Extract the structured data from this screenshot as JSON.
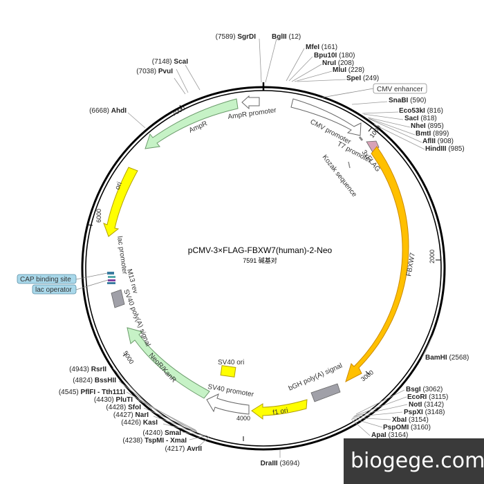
{
  "title": "pCMV-3×FLAG-FBXW7(human)-2-Neo",
  "subtitle": "7591 碱基对",
  "watermark": "biogege.com",
  "ticks": [
    "1000",
    "2000",
    "3000",
    "4000",
    "5000",
    "6000",
    "7000"
  ],
  "sites": [
    {
      "name": "SgrDI",
      "pos": "(7589)"
    },
    {
      "name": "BglII",
      "pos": "(12)"
    },
    {
      "name": "MfeI",
      "pos": "(161)"
    },
    {
      "name": "Bpu10I",
      "pos": "(180)"
    },
    {
      "name": "NruI",
      "pos": "(208)"
    },
    {
      "name": "MluI",
      "pos": "(228)"
    },
    {
      "name": "SpeI",
      "pos": "(249)"
    },
    {
      "name": "SnaBI",
      "pos": "(590)"
    },
    {
      "name": "Eco53kI",
      "pos": "(816)"
    },
    {
      "name": "SacI",
      "pos": "(818)"
    },
    {
      "name": "NheI",
      "pos": "(895)"
    },
    {
      "name": "BmtI",
      "pos": "(899)"
    },
    {
      "name": "AflII",
      "pos": "(908)"
    },
    {
      "name": "HindIII",
      "pos": "(985)"
    },
    {
      "name": "BamHI",
      "pos": "(2568)"
    },
    {
      "name": "BsgI",
      "pos": "(3062)"
    },
    {
      "name": "EcoRI",
      "pos": "(3115)"
    },
    {
      "name": "NotI",
      "pos": "(3142)"
    },
    {
      "name": "PspXI",
      "pos": "(3148)"
    },
    {
      "name": "XbaI",
      "pos": "(3154)"
    },
    {
      "name": "PspOMI",
      "pos": "(3160)"
    },
    {
      "name": "ApaI",
      "pos": "(3164)"
    },
    {
      "name": "DraIII",
      "pos": "(3694)"
    },
    {
      "name": "AvrII",
      "pos": "(4217)"
    },
    {
      "name": "TspMI - XmaI",
      "pos": "(4238)"
    },
    {
      "name": "SmaI",
      "pos": "(4240)"
    },
    {
      "name": "KasI",
      "pos": "(4426)"
    },
    {
      "name": "NarI",
      "pos": "(4427)"
    },
    {
      "name": "SfoI",
      "pos": "(4428)"
    },
    {
      "name": "PluTI",
      "pos": "(4430)"
    },
    {
      "name": "PflFI - Tth111I",
      "pos": "(4545)"
    },
    {
      "name": "BssHII",
      "pos": "(4824)"
    },
    {
      "name": "RsrII",
      "pos": "(4943)"
    },
    {
      "name": "AhdI",
      "pos": "(6668)"
    },
    {
      "name": "PvuI",
      "pos": "(7038)"
    },
    {
      "name": "ScaI",
      "pos": "(7148)"
    }
  ],
  "features": {
    "cmv_enhancer": "CMV enhancer",
    "cmv_promoter": "CMV promoter",
    "t7_promoter": "T7 promoter",
    "flag": "3xFLAG",
    "kozak": "Kozak sequence",
    "fbxw7": "FBXW7",
    "bgh": "bGH poly(A) signal",
    "f1_ori": "f1 ori",
    "sv40_promoter": "SV40 promoter",
    "sv40_ori": "SV40 ori",
    "neor": "NeoR/KanR",
    "sv40_polya": "SV40 poly(A) signal",
    "m13_rev": "M13 rev",
    "lac_promoter": "lac promoter",
    "cap_site": "CAP binding site",
    "lac_operator": "lac operator",
    "ori": "ori",
    "ampr": "AmpR",
    "ampr_promoter": "AmpR promoter"
  },
  "colors": {
    "cds_orange": "#ffc000",
    "ori_yellow": "#ffff00",
    "marker_green": "#c6f2c6",
    "promoter_white": "#ffffff",
    "polya_gray": "#a0a0a8",
    "callout_blue": "#a9d8ea",
    "flag_pink": "#d8a3b8"
  }
}
